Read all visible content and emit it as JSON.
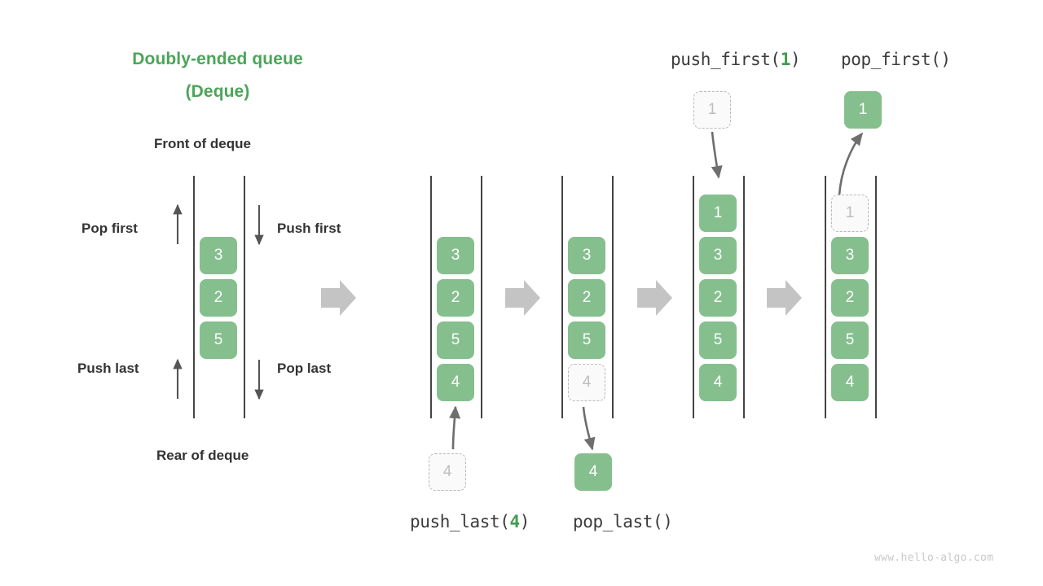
{
  "title": {
    "line1": "Doubly-ended queue",
    "line2": "(Deque)"
  },
  "labels": {
    "front": "Front of deque",
    "rear": "Rear of deque",
    "pop_first": "Pop first",
    "push_first": "Push first",
    "push_last": "Push last",
    "pop_last": "Pop last"
  },
  "operations": {
    "push_first": {
      "name": "push_first(",
      "arg": "1",
      "close": ")"
    },
    "pop_first": {
      "name": "pop_first()",
      "arg": "",
      "close": ""
    },
    "push_last": {
      "name": "push_last(",
      "arg": "4",
      "close": ")"
    },
    "pop_last": {
      "name": "pop_last()",
      "arg": "",
      "close": ""
    }
  },
  "colors": {
    "title_green": "#4ba558",
    "node_green": "#86bf8e",
    "ghost_fill": "#fafafa",
    "ghost_border": "#b8b8b8",
    "ghost_text": "#bdbdbd",
    "rail": "#444444",
    "flow_arrow": "#c4c4c4",
    "curve_arrow": "#6e6e6e",
    "text_dark": "#333333",
    "watermark": "#c9c9c9"
  },
  "columns": [
    {
      "id": "col-legend",
      "nodes": [
        {
          "value": "3",
          "state": "filled"
        },
        {
          "value": "2",
          "state": "filled"
        },
        {
          "value": "5",
          "state": "filled"
        }
      ]
    },
    {
      "id": "col-push-last",
      "nodes": [
        {
          "value": "3",
          "state": "filled"
        },
        {
          "value": "2",
          "state": "filled"
        },
        {
          "value": "5",
          "state": "filled"
        },
        {
          "value": "4",
          "state": "filled"
        }
      ]
    },
    {
      "id": "col-pop-last",
      "nodes": [
        {
          "value": "3",
          "state": "filled"
        },
        {
          "value": "2",
          "state": "filled"
        },
        {
          "value": "5",
          "state": "filled"
        },
        {
          "value": "4",
          "state": "ghost"
        }
      ]
    },
    {
      "id": "col-push-first",
      "nodes": [
        {
          "value": "1",
          "state": "filled"
        },
        {
          "value": "3",
          "state": "filled"
        },
        {
          "value": "2",
          "state": "filled"
        },
        {
          "value": "5",
          "state": "filled"
        },
        {
          "value": "4",
          "state": "filled"
        }
      ]
    },
    {
      "id": "col-pop-first",
      "nodes": [
        {
          "value": "1",
          "state": "ghost"
        },
        {
          "value": "3",
          "state": "filled"
        },
        {
          "value": "2",
          "state": "filled"
        },
        {
          "value": "5",
          "state": "filled"
        },
        {
          "value": "4",
          "state": "filled"
        }
      ]
    }
  ],
  "floating_nodes": {
    "push_last_source": {
      "value": "4",
      "state": "ghost"
    },
    "pop_last_result": {
      "value": "4",
      "state": "filled"
    },
    "push_first_source": {
      "value": "1",
      "state": "ghost"
    },
    "pop_first_result": {
      "value": "1",
      "state": "filled"
    }
  },
  "watermark": "www.hello-algo.com"
}
